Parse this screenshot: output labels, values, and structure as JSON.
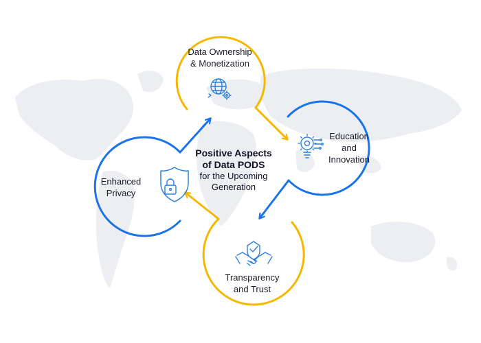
{
  "center": {
    "line1": "Positive Aspects",
    "line2": "of Data PODS",
    "line3": "for the Upcoming",
    "line4": "Generation"
  },
  "nodes": [
    {
      "id": "ownership",
      "lines": [
        "Data Ownership",
        "& Monetization"
      ],
      "icon": "globe-gear-icon"
    },
    {
      "id": "education",
      "lines": [
        "Education",
        "and",
        "Innovation"
      ],
      "icon": "lightbulb-gear-icon"
    },
    {
      "id": "transparency",
      "lines": [
        "Transparency",
        "and Trust"
      ],
      "icon": "handshake-check-icon"
    },
    {
      "id": "privacy",
      "lines": [
        "Enhanced",
        "Privacy"
      ],
      "icon": "shield-lock-icon"
    }
  ],
  "colors": {
    "yellow": "#f5b800",
    "blue": "#1a73e8",
    "icon_blue": "#2f7fd8",
    "map_gray": "#eceef1"
  }
}
